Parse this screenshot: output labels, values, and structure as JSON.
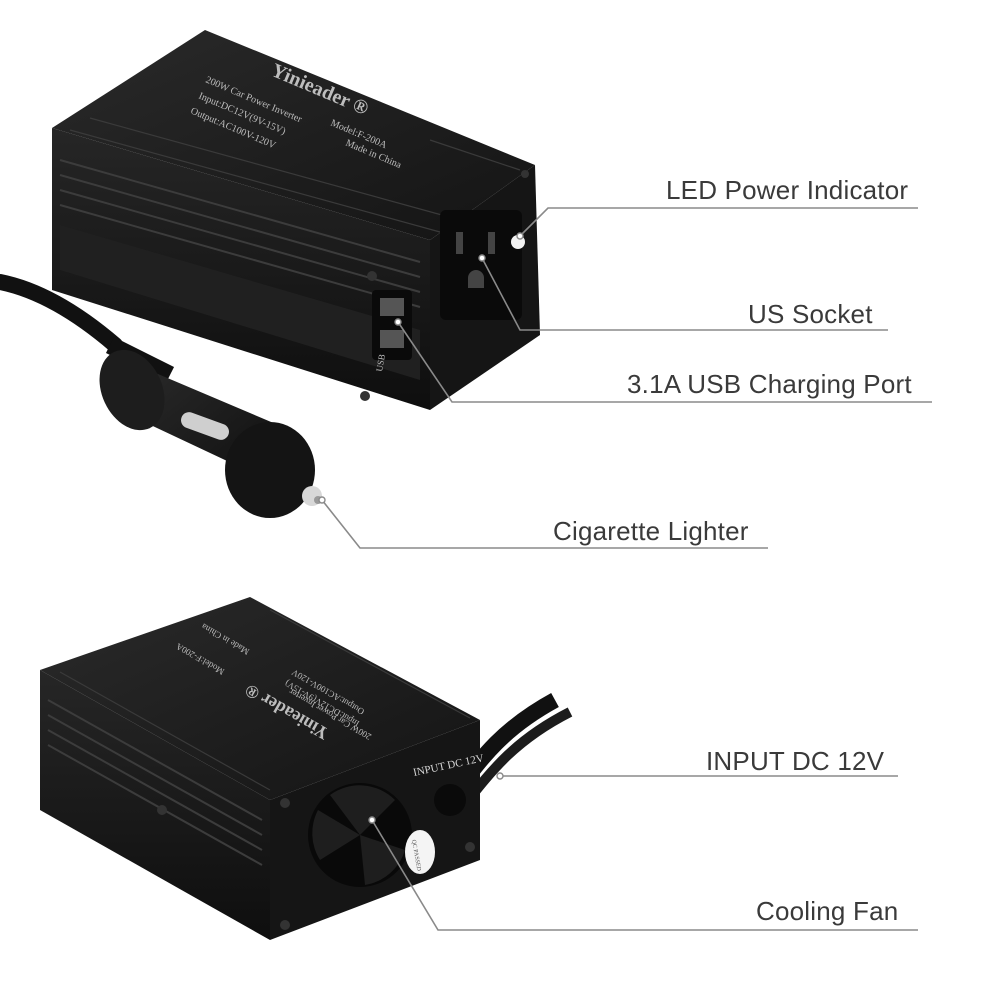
{
  "colors": {
    "background": "#ffffff",
    "device_body": "#1c1c1c",
    "device_edge": "#2e2e2e",
    "callout_line": "#8a8a8a",
    "label_text": "#3a3a3a",
    "led": "#f2f2f2"
  },
  "device": {
    "brand": "Yinieader ®",
    "model": "Model:F-200A",
    "name": "200W Car Power Inverter",
    "input": "Input:DC12V(9V-15V)",
    "output": "Output:AC100V-120V",
    "origin": "Made in China",
    "usb_label": "USB",
    "input_port_label": "INPUT DC 12V",
    "sticker": "QC PASSED"
  },
  "callouts": {
    "led_power_indicator": "LED Power Indicator",
    "us_socket": "US Socket",
    "usb_port": "3.1A USB Charging Port",
    "cigarette_lighter": "Cigarette Lighter",
    "input_dc": "INPUT DC 12V",
    "cooling_fan": "Cooling Fan"
  }
}
